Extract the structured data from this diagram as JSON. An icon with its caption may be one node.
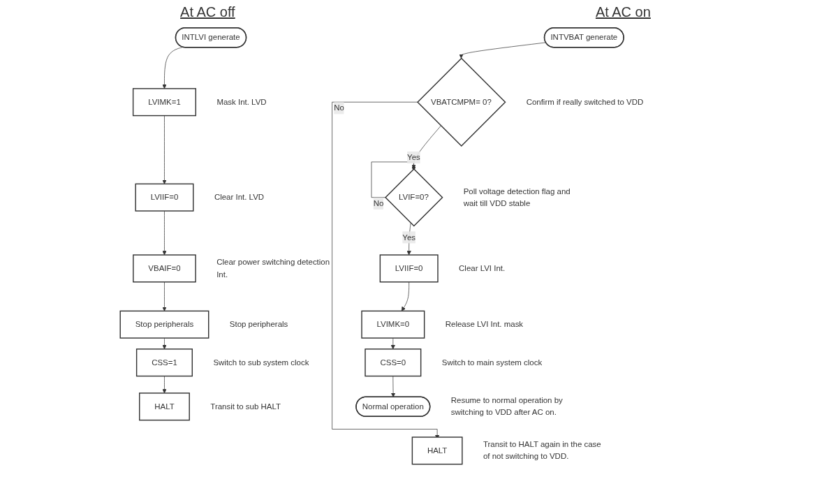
{
  "diagram": {
    "nodes": [
      {
        "text": [
          "INTLVI generate"
        ]
      },
      {
        "text": [
          "LVIMK=1"
        ],
        "beside": [
          "Mask Int. LVD"
        ]
      },
      {
        "text": [
          "LVIIF=0"
        ],
        "beside": [
          "Clear Int. LVD"
        ]
      },
      {
        "text": [
          "VBAIF=0"
        ],
        "beside": [
          "Clear power switching detection Int."
        ]
      },
      {
        "text": [
          "Stop peripherals"
        ],
        "beside": [
          "Stop peripherals"
        ]
      },
      {
        "text": [
          "CSS=1"
        ],
        "beside": [
          "Switch to sub system clock"
        ]
      },
      {
        "text": [
          "HALT"
        ],
        "beside": [
          "Transit to sub HALT"
        ]
      },
      {
        "text": [
          "INTVBAT generate"
        ]
      },
      {
        "text": [
          "VBATCMPM= 0?"
        ],
        "beside": [
          "Confirm if really switched to VDD"
        ]
      },
      {
        "text": [
          "LVIF=0?"
        ],
        "beside": [
          "Poll voltage detection flag and wait till VDD stable"
        ]
      },
      {
        "text": [
          "LVIIF=0"
        ],
        "beside": [
          "Clear LVI Int."
        ]
      },
      {
        "text": [
          "LVIMK=0"
        ],
        "beside": [
          "Release LVI Int. mask"
        ]
      },
      {
        "text": [
          "CSS=0"
        ],
        "beside": [
          "Switch to main system clock"
        ]
      },
      {
        "text": [
          "Normal operation"
        ],
        "beside": [
          "Resume to normal operation by switching to VDD after AC on."
        ]
      },
      {
        "text": [
          "HALT"
        ],
        "beside": [
          "Transit to HALT again in the case of not switching to VDD."
        ]
      }
    ],
    "edges": [
      {
        "from": 0,
        "to": 1,
        "arrow": "to"
      },
      {
        "from": 1,
        "to": 2,
        "arrow": "to"
      },
      {
        "from": 2,
        "to": 3,
        "arrow": "to"
      },
      {
        "from": 3,
        "to": 4,
        "arrow": "to"
      },
      {
        "from": 4,
        "to": 5,
        "arrow": "to"
      },
      {
        "from": 5,
        "to": 6,
        "arrow": "to"
      },
      {
        "from": 7,
        "to": 8,
        "arrow": "to"
      },
      {
        "from": 8,
        "to": 9,
        "arrow": "to",
        "label": "Yes"
      },
      {
        "from": 9,
        "to": 9,
        "arrow": "to",
        "label": "No"
      },
      {
        "from": 9,
        "to": 10,
        "arrow": "to",
        "label": "Yes"
      },
      {
        "from": 10,
        "to": 11,
        "arrow": "to"
      },
      {
        "from": 11,
        "to": 12,
        "arrow": "to"
      },
      {
        "from": 12,
        "to": 13,
        "arrow": "to"
      },
      {
        "from": 8,
        "to": 14,
        "arrow": "to",
        "label": "No"
      }
    ],
    "labels": [
      "At AC off",
      "At AC on"
    ]
  }
}
